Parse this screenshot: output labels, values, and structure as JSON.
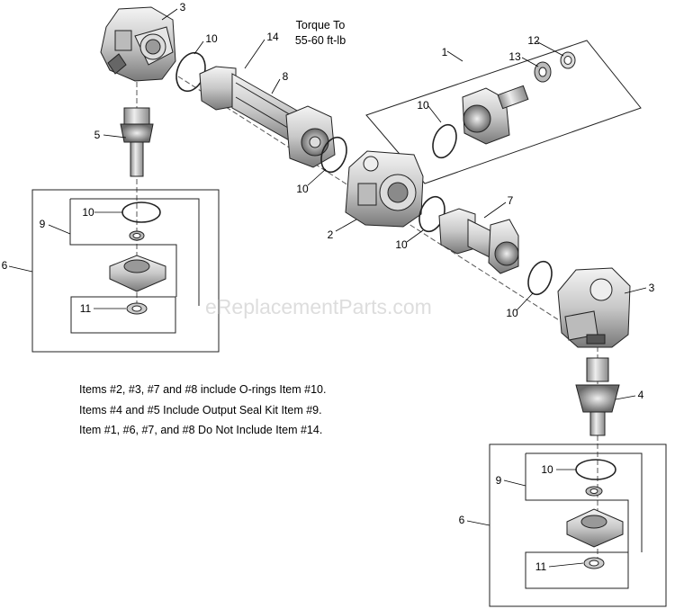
{
  "diagram": {
    "torque_line1": "Torque To",
    "torque_line2": "55-60 ft-lb",
    "watermark": "eReplacementParts.com",
    "notes": [
      "Items #2, #3, #7 and #8 include O-rings Item #10.",
      "Items #4 and #5 Include Output Seal Kit Item #9.",
      "Item #1, #6, #7, and #8 Do Not Include Item #14."
    ],
    "callouts": {
      "c3a": "3",
      "c10a": "10",
      "c14": "14",
      "c8": "8",
      "c5": "5",
      "c1": "1",
      "c12": "12",
      "c13": "13",
      "c10b": "10",
      "c10c": "10",
      "c2": "2",
      "c7": "7",
      "c10d": "10",
      "c10e": "10",
      "c3b": "3",
      "c4": "4",
      "c6a": "6",
      "c9a": "9",
      "c10f": "10",
      "c11a": "11",
      "c6b": "6",
      "c9b": "9",
      "c10g": "10",
      "c11b": "11"
    }
  }
}
